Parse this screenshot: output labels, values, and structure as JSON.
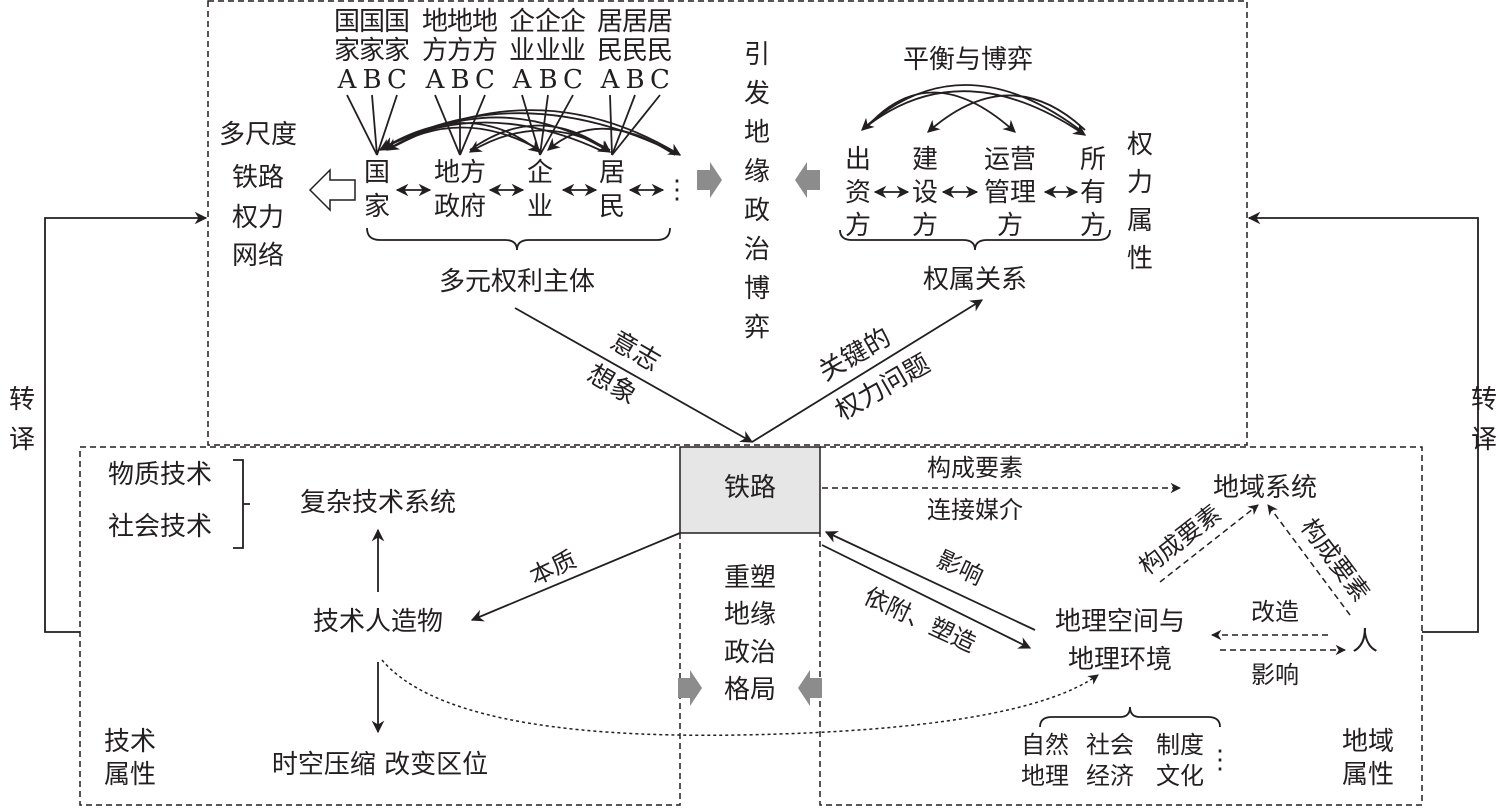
{
  "top": {
    "actors_detail": [
      [
        "国",
        "家",
        "A"
      ],
      [
        "国",
        "家",
        "B"
      ],
      [
        "国",
        "家",
        "C"
      ],
      [
        "地",
        "方",
        "A"
      ],
      [
        "地",
        "方",
        "B"
      ],
      [
        "地",
        "方",
        "C"
      ],
      [
        "企",
        "业",
        "A"
      ],
      [
        "企",
        "业",
        "B"
      ],
      [
        "企",
        "业",
        "C"
      ],
      [
        "居",
        "民",
        "A"
      ],
      [
        "居",
        "民",
        "B"
      ],
      [
        "居",
        "民",
        "C"
      ]
    ],
    "nodes": [
      [
        "国",
        "家"
      ],
      [
        "地方",
        "政府"
      ],
      [
        "企",
        "业"
      ],
      [
        "居",
        "民"
      ]
    ],
    "ellipsis": "⋮",
    "network_label": [
      "多尺度",
      "铁路",
      "权力",
      "网络"
    ],
    "subjects_label": "多元权利主体",
    "center_vertical": [
      "引",
      "发",
      "地",
      "缘",
      "政",
      "治",
      "博",
      "弈"
    ],
    "balance_label": "平衡与博弈",
    "roles": [
      [
        "出",
        "资",
        "方"
      ],
      [
        "建",
        "设",
        "方"
      ],
      [
        "运营",
        "管理",
        "方"
      ],
      [
        "所",
        "有",
        "方"
      ]
    ],
    "ownership_label": "权属关系",
    "power_attr": [
      "权",
      "力",
      "属",
      "性"
    ],
    "will_label": [
      "意志",
      "想象"
    ],
    "key_label": [
      "关键的",
      "权力问题"
    ]
  },
  "sides": {
    "left_translate": [
      "转",
      "译"
    ],
    "right_translate": [
      "转",
      "译"
    ]
  },
  "bottom_left": {
    "material": "物质技术",
    "social": "社会技术",
    "complex": "复杂技术系统",
    "artifact": "技术人造物",
    "essence": "本质",
    "effects": "时空压缩  改变区位",
    "attr": [
      "技术",
      "属性"
    ]
  },
  "center": {
    "railway": "铁路",
    "reshape": [
      "重塑",
      "地缘",
      "政治",
      "格局"
    ]
  },
  "bottom_right": {
    "element": "构成要素",
    "medium": "连接媒介",
    "regional_system": "地域系统",
    "influence": "影响",
    "attach": "依附、塑造",
    "geo_space": [
      "地理空间与",
      "地理环境"
    ],
    "transform": "改造",
    "influence2": "影响",
    "human": "人",
    "elem_left": "构成要素",
    "elem_right": "构成要素",
    "factors": [
      [
        "自然",
        "地理"
      ],
      [
        "社会",
        "经济"
      ],
      [
        "制度",
        "文化"
      ]
    ],
    "ellipsis": "⋮",
    "attr": [
      "地域",
      "属性"
    ]
  },
  "colors": {
    "ink": "#231f20",
    "gray_arrow": "#8c8c8c",
    "railway_fill": "#e6e6e6"
  }
}
